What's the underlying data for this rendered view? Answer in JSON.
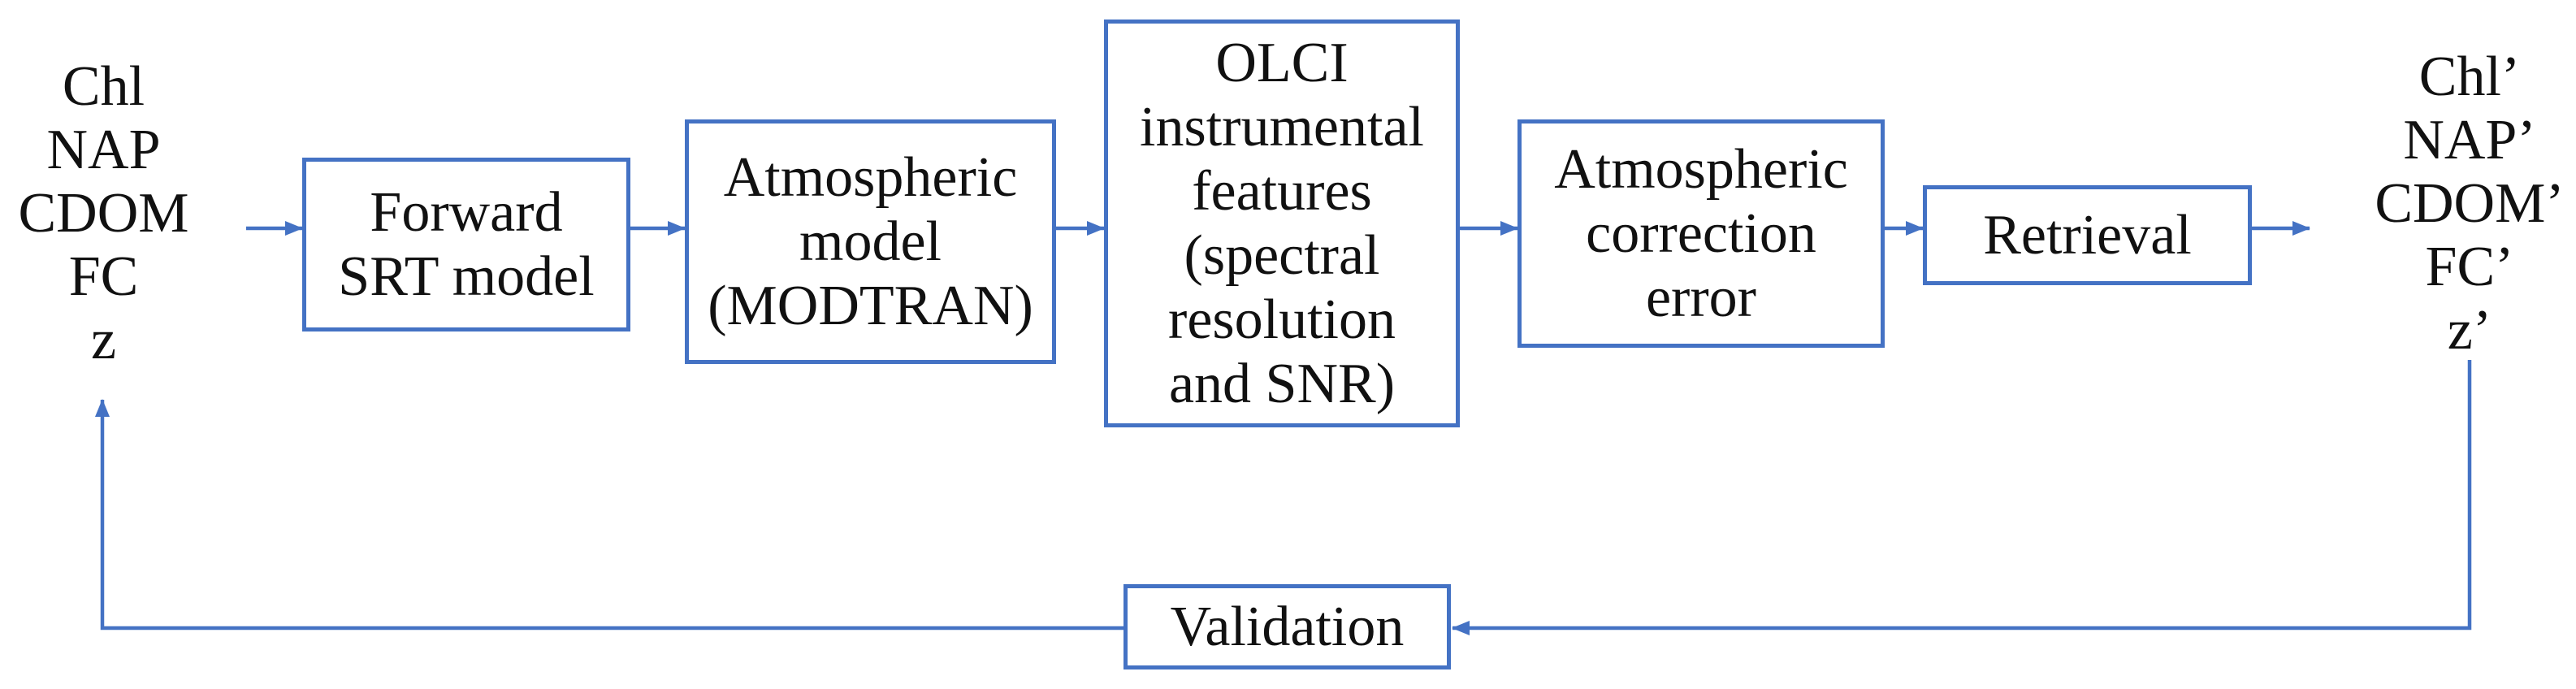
{
  "diagram": {
    "inputs": {
      "items": [
        "Chl",
        "NAP",
        "CDOM",
        "FC",
        "z"
      ]
    },
    "outputs": {
      "items": [
        "Chl’",
        "NAP’",
        "CDOM’",
        "FC’",
        "z’"
      ]
    },
    "nodes": {
      "forward_srt": "Forward\nSRT model",
      "atmospheric_model": "Atmospheric\nmodel\n(MODTRAN)",
      "olci_features": "OLCI\ninstrumental\nfeatures\n(spectral\nresolution\nand SNR)",
      "atmospheric_correction_error": "Atmospheric\ncorrection\nerror",
      "retrieval": "Retrieval",
      "validation": "Validation"
    },
    "colors": {
      "accent": "#4472C4",
      "text": "#111111",
      "background": "#FFFFFF"
    }
  }
}
